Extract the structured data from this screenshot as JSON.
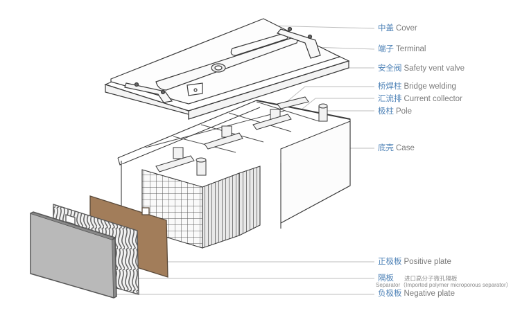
{
  "diagram": {
    "title": "Lead-acid battery exploded view",
    "colors": {
      "label_zh": "#4a7fb5",
      "label_en": "#7a7a7a",
      "leader_line": "#bdbdbd",
      "outline": "#3a3a3a",
      "positive_plate": "#a27d5a",
      "negative_plate": "#b9b9b9"
    },
    "labels": [
      {
        "id": "cover",
        "zh": "中盖",
        "en": "Cover"
      },
      {
        "id": "terminal",
        "zh": "端子",
        "en": "Terminal"
      },
      {
        "id": "safety-vent-valve",
        "zh": "安全阀",
        "en": "Safety vent valve"
      },
      {
        "id": "bridge-welding",
        "zh": "桥焊柱",
        "en": "Bridge welding"
      },
      {
        "id": "current-collector",
        "zh": "汇流排",
        "en": "Current collector"
      },
      {
        "id": "pole",
        "zh": "极柱",
        "en": "Pole"
      },
      {
        "id": "case",
        "zh": "底壳",
        "en": "Case"
      },
      {
        "id": "positive-plate",
        "zh": "正极板",
        "en": "Positive plate"
      },
      {
        "id": "separator",
        "zh": "隔板",
        "en": "",
        "sub_zh": "进口高分子微孔隔板",
        "sub_en": "Separator（Imported polymer microporous separator）"
      },
      {
        "id": "negative-plate",
        "zh": "负极板",
        "en": "Negative plate"
      }
    ]
  }
}
